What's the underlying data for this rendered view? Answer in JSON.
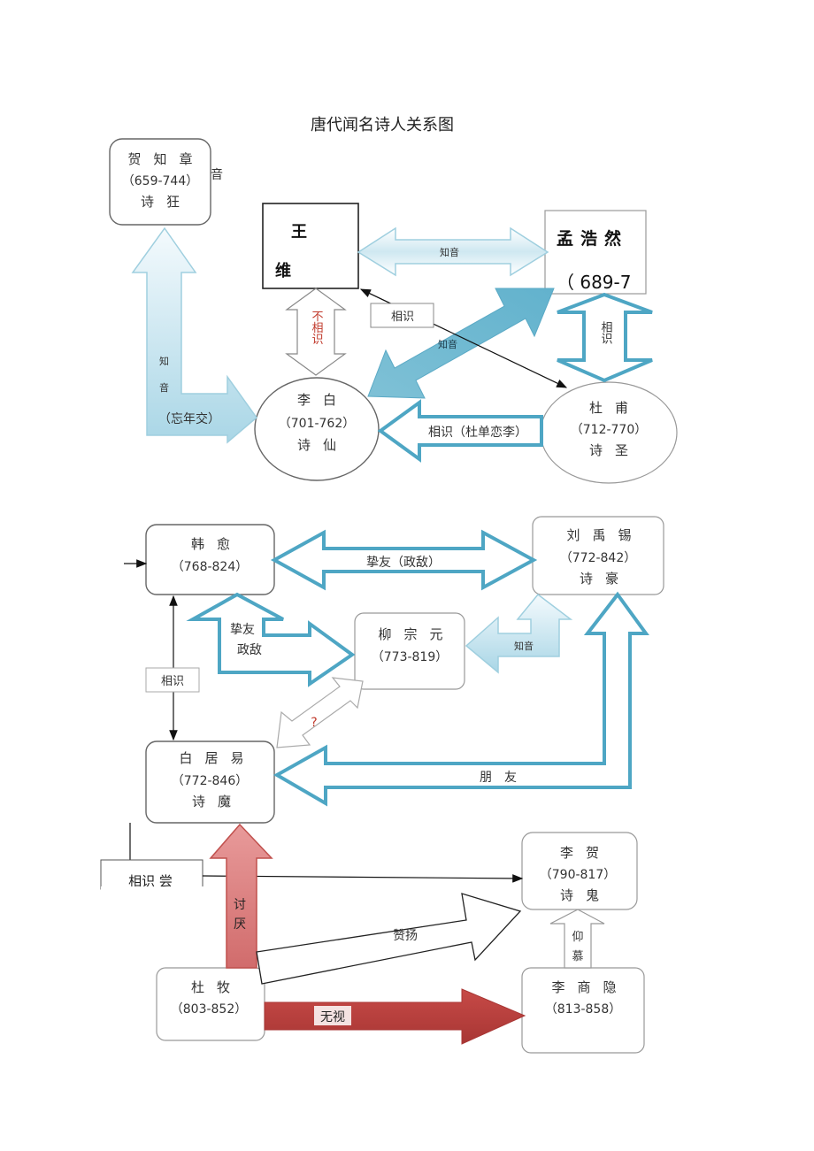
{
  "title": "唐代闻名诗人关系图",
  "poets": {
    "he_zhizhang": {
      "name": "贺知章",
      "years": "（659-744）",
      "title": "诗狂"
    },
    "wang_wei": {
      "name_1": "王",
      "name_2": "维"
    },
    "meng_haoran": {
      "name": "孟浩然",
      "years": "（ 689-7"
    },
    "li_bai": {
      "name": "李白",
      "years": "（701-762）",
      "title": "诗仙"
    },
    "du_fu": {
      "name": "杜甫",
      "years": "（712-770）",
      "title": "诗圣"
    },
    "han_yu": {
      "name": "韩愈",
      "years": "（768-824）"
    },
    "liu_yuxi": {
      "name": "刘禹锡",
      "years": "（772-842）",
      "title": "诗豪"
    },
    "liu_zongyuan": {
      "name": "柳宗元",
      "years": "（773-819）"
    },
    "bai_juyi": {
      "name": "白居易",
      "years": "（772-846）",
      "title": "诗魔"
    },
    "li_he": {
      "name": "李贺",
      "years": "（790-817）",
      "title": "诗鬼"
    },
    "du_mu": {
      "name": "杜牧",
      "years": "（803-852）"
    },
    "li_shangyin": {
      "name": "李商隐",
      "years": "（813-858）"
    }
  },
  "relations": {
    "he_li_zhiyin": "知音",
    "he_li_wangnianjiao": "（忘年交）",
    "wang_meng": "知音",
    "wang_li": "不相识",
    "li_meng": "知音",
    "wang_du": "相识",
    "meng_du": "相识",
    "du_li": "相识（杜单恋李）",
    "han_liu": "挚友（政敌）",
    "han_liuzy_1": "挚友",
    "han_liuzy_2": "政敌",
    "liuzy_liuyx": "知音",
    "han_bai": "相识",
    "bai_liuzy": "?",
    "liuyx_bai": "朋友",
    "cut_label": "相识 尝",
    "dumu_bai": "讨厌",
    "dumu_lihe": "赞扬",
    "dumu_lishangyin": "无视",
    "lishangyin_lihe": "仰慕"
  },
  "colors": {
    "blue_arrow": "#5fb0cc",
    "blue_fill_light": "#eaf6fb",
    "blue_fill_mid": "#a9d6e6",
    "red_arrow": "#c0504d",
    "red_fill": "#d9787a",
    "red_text": "#c0392b"
  }
}
